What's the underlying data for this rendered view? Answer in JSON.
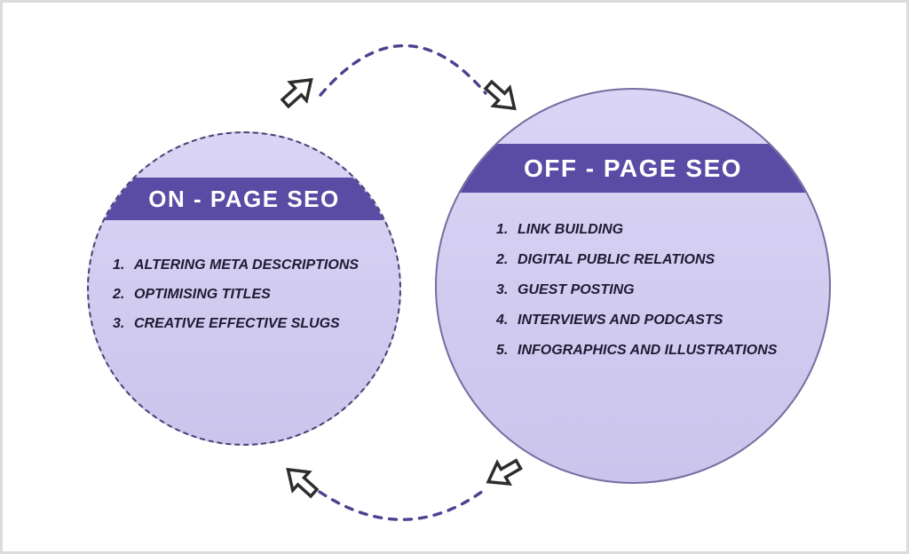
{
  "colors": {
    "background": "#ffffff",
    "frame_border": "#dcdcdc",
    "band": "#5a4ba5",
    "band_text": "#ffffff",
    "circle_fill_top": "#dad5f5",
    "circle_fill": "#d3cdf1",
    "circle_fill_bottom": "#cbc4ec",
    "dashed_circle_border": "#474070",
    "solid_circle_border": "#746e9f",
    "arc": "#4a4390",
    "arrow_stroke": "#2d2d2d",
    "arrow_fill": "#ffffff",
    "list_text": "#1e1b33"
  },
  "left_circle": {
    "title": "ON - PAGE SEO",
    "items": [
      {
        "num": "1.",
        "text": "ALTERING META DESCRIPTIONS"
      },
      {
        "num": "2.",
        "text": "OPTIMISING TITLES"
      },
      {
        "num": "3.",
        "text": "CREATIVE EFFECTIVE SLUGS"
      }
    ]
  },
  "right_circle": {
    "title": "OFF - PAGE SEO",
    "items": [
      {
        "num": "1.",
        "text": "LINK BUILDING"
      },
      {
        "num": "2.",
        "text": "DIGITAL PUBLIC RELATIONS"
      },
      {
        "num": "3.",
        "text": "GUEST POSTING"
      },
      {
        "num": "4.",
        "text": "INTERVIEWS AND PODCASTS"
      },
      {
        "num": "5.",
        "text": "INFOGRAPHICS AND ILLUSTRATIONS"
      }
    ]
  },
  "icons": {
    "top_left": "arrow-up-right-icon",
    "top_right": "arrow-down-right-icon",
    "bottom_left": "arrow-up-left-icon",
    "bottom_right": "arrow-down-left-icon"
  }
}
